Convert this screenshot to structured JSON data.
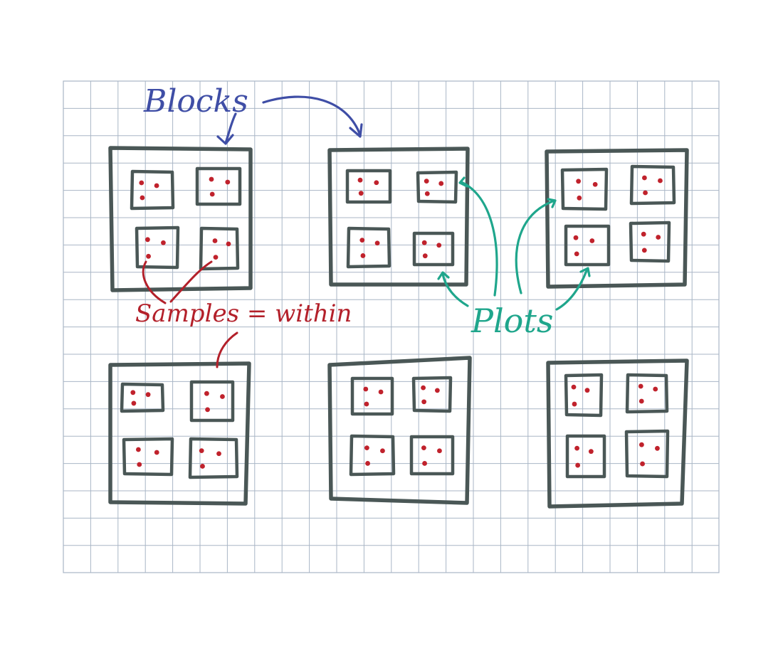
{
  "labels": {
    "blocks": "Blocks",
    "plots": "Plots",
    "samples_within": "Samples = within"
  },
  "colors": {
    "grid_line": "#a9b6c6",
    "block_outline": "#4a5756",
    "sample_dot": "#c0222c",
    "blocks_ink": "#3f4ea6",
    "plots_ink": "#1fa68c",
    "samples_ink": "#b3202a"
  },
  "structure": {
    "block_count": 6,
    "plots_per_block": 4,
    "samples_per_plot": 3
  }
}
